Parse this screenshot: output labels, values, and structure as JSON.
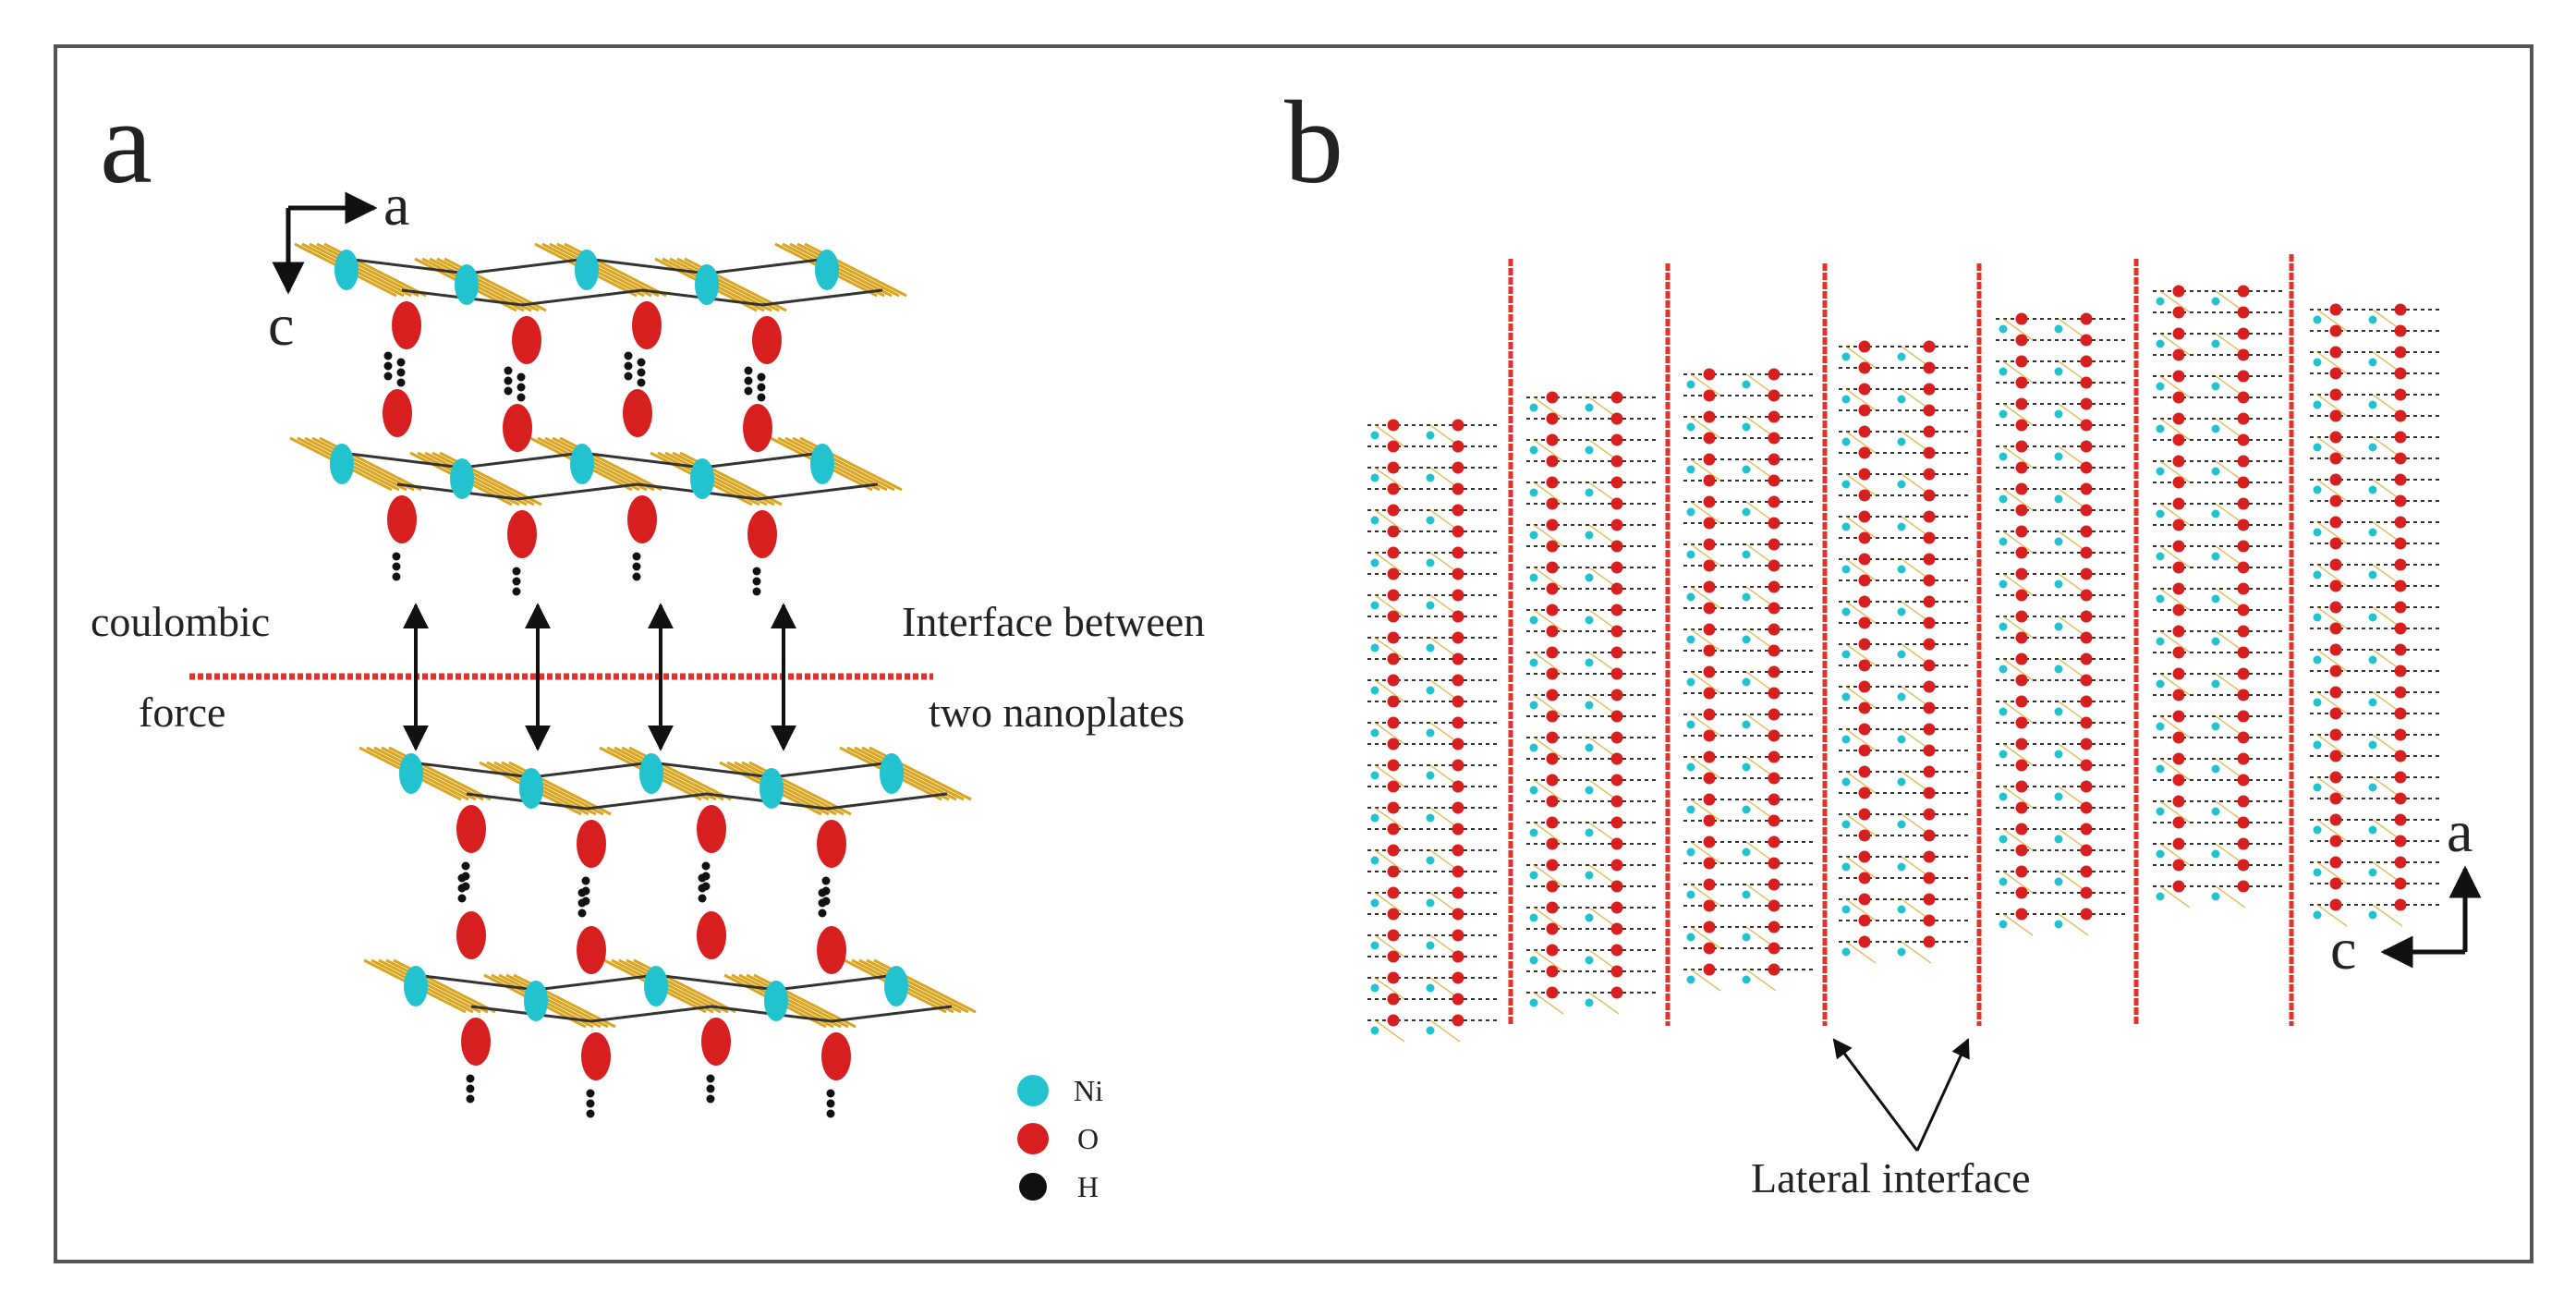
{
  "panel_a": {
    "letter": "a",
    "axis_horizontal": "a",
    "axis_vertical": "c",
    "left_label_line1": "coulombic",
    "left_label_line2": "force",
    "right_label_line1": "Interface between",
    "right_label_line2": "two nanoplates",
    "legend": [
      {
        "label": "Ni",
        "color": "#22c3cf"
      },
      {
        "label": "O",
        "color": "#d81f1f"
      },
      {
        "label": "H",
        "color": "#111111"
      }
    ]
  },
  "panel_b": {
    "letter": "b",
    "axis_vertical": "a",
    "axis_horizontal": "c",
    "annotation": "Lateral interface"
  },
  "colors": {
    "nickel": "#22c3cf",
    "oxygen": "#d81f1f",
    "hydrogen": "#111111",
    "bond": "#d9a520",
    "interface": "#e8302a",
    "frame": "#555555"
  }
}
